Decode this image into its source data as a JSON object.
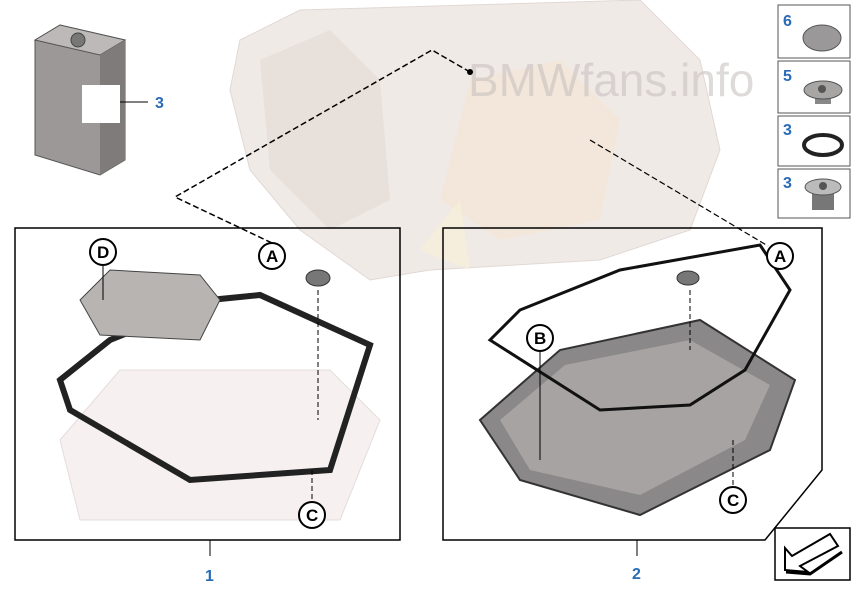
{
  "watermark": "BMWfans.info",
  "callouts": {
    "fluid_can": "3",
    "kit_1": "1",
    "kit_2": "2",
    "cap": "6",
    "drain_plug": "5",
    "seal_ring": "3",
    "filler_plug": "3"
  },
  "letters": {
    "d": "D",
    "a_left": "A",
    "c_left": "C",
    "b": "B",
    "a_right": "A",
    "c_right": "C"
  },
  "colors": {
    "callout_blue": "#2a6bb5",
    "frame": "#000000",
    "transmission": "#e8dcd6"
  },
  "navigation": {
    "icon": "arrow-down-left-icon"
  }
}
